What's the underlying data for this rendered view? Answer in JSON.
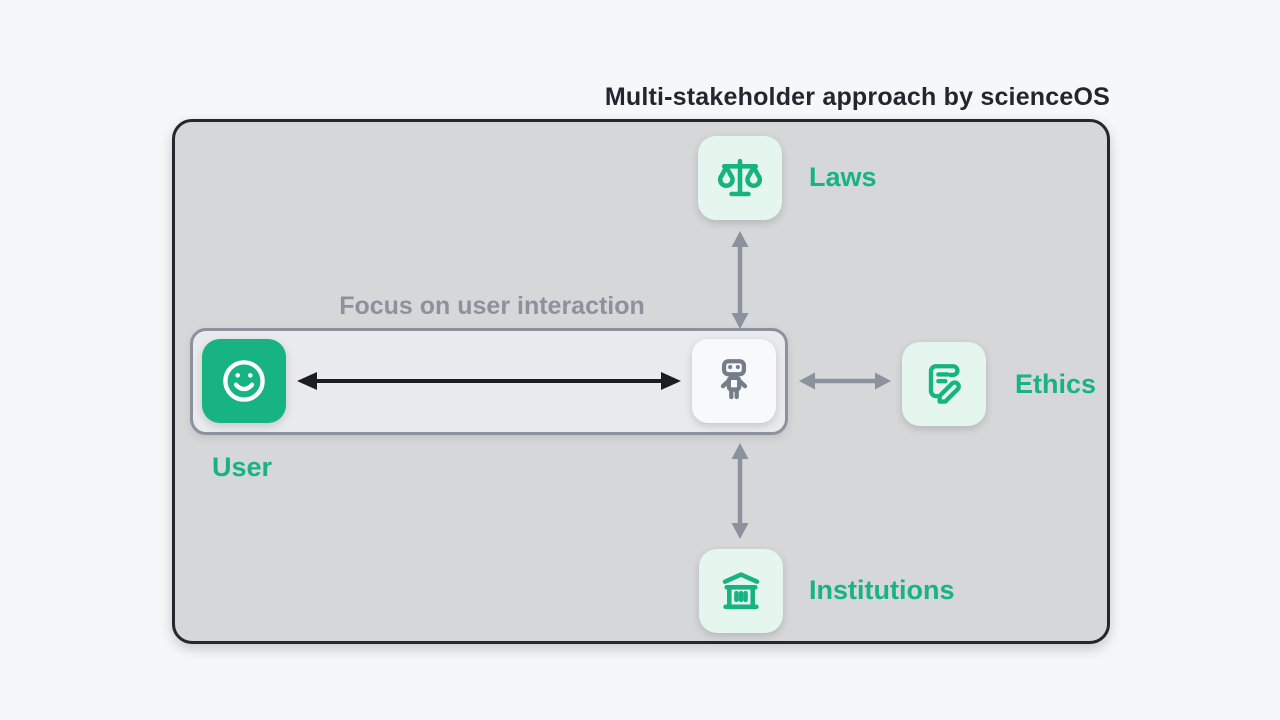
{
  "title": "Multi-stakeholder approach by scienceOS",
  "diagram": {
    "focus_label": "Focus on user interaction",
    "nodes": {
      "user": {
        "label": "User",
        "icon": "smiley-face-icon"
      },
      "assistant": {
        "icon": "robot-icon"
      },
      "laws": {
        "label": "Laws",
        "icon": "scales-icon"
      },
      "ethics": {
        "label": "Ethics",
        "icon": "scroll-pen-icon"
      },
      "institutions": {
        "label": "Institutions",
        "icon": "bank-icon"
      }
    },
    "connections": [
      {
        "from": "user",
        "to": "assistant",
        "style": "double-arrow-black"
      },
      {
        "from": "assistant",
        "to": "laws",
        "style": "double-arrow-gray"
      },
      {
        "from": "assistant",
        "to": "ethics",
        "style": "double-arrow-gray"
      },
      {
        "from": "assistant",
        "to": "institutions",
        "style": "double-arrow-gray"
      }
    ]
  },
  "colors": {
    "accent_green": "#17b381",
    "mint_box": "#e4f6ee",
    "panel_gray": "#d6d7d9",
    "panel_border": "#23272e",
    "muted_gray": "#8b929e",
    "inner_box_bg": "#e9eaed",
    "white_box": "#f8f9fa",
    "arrow_black": "#1a1d21",
    "page_background": "#f6f7f9"
  }
}
